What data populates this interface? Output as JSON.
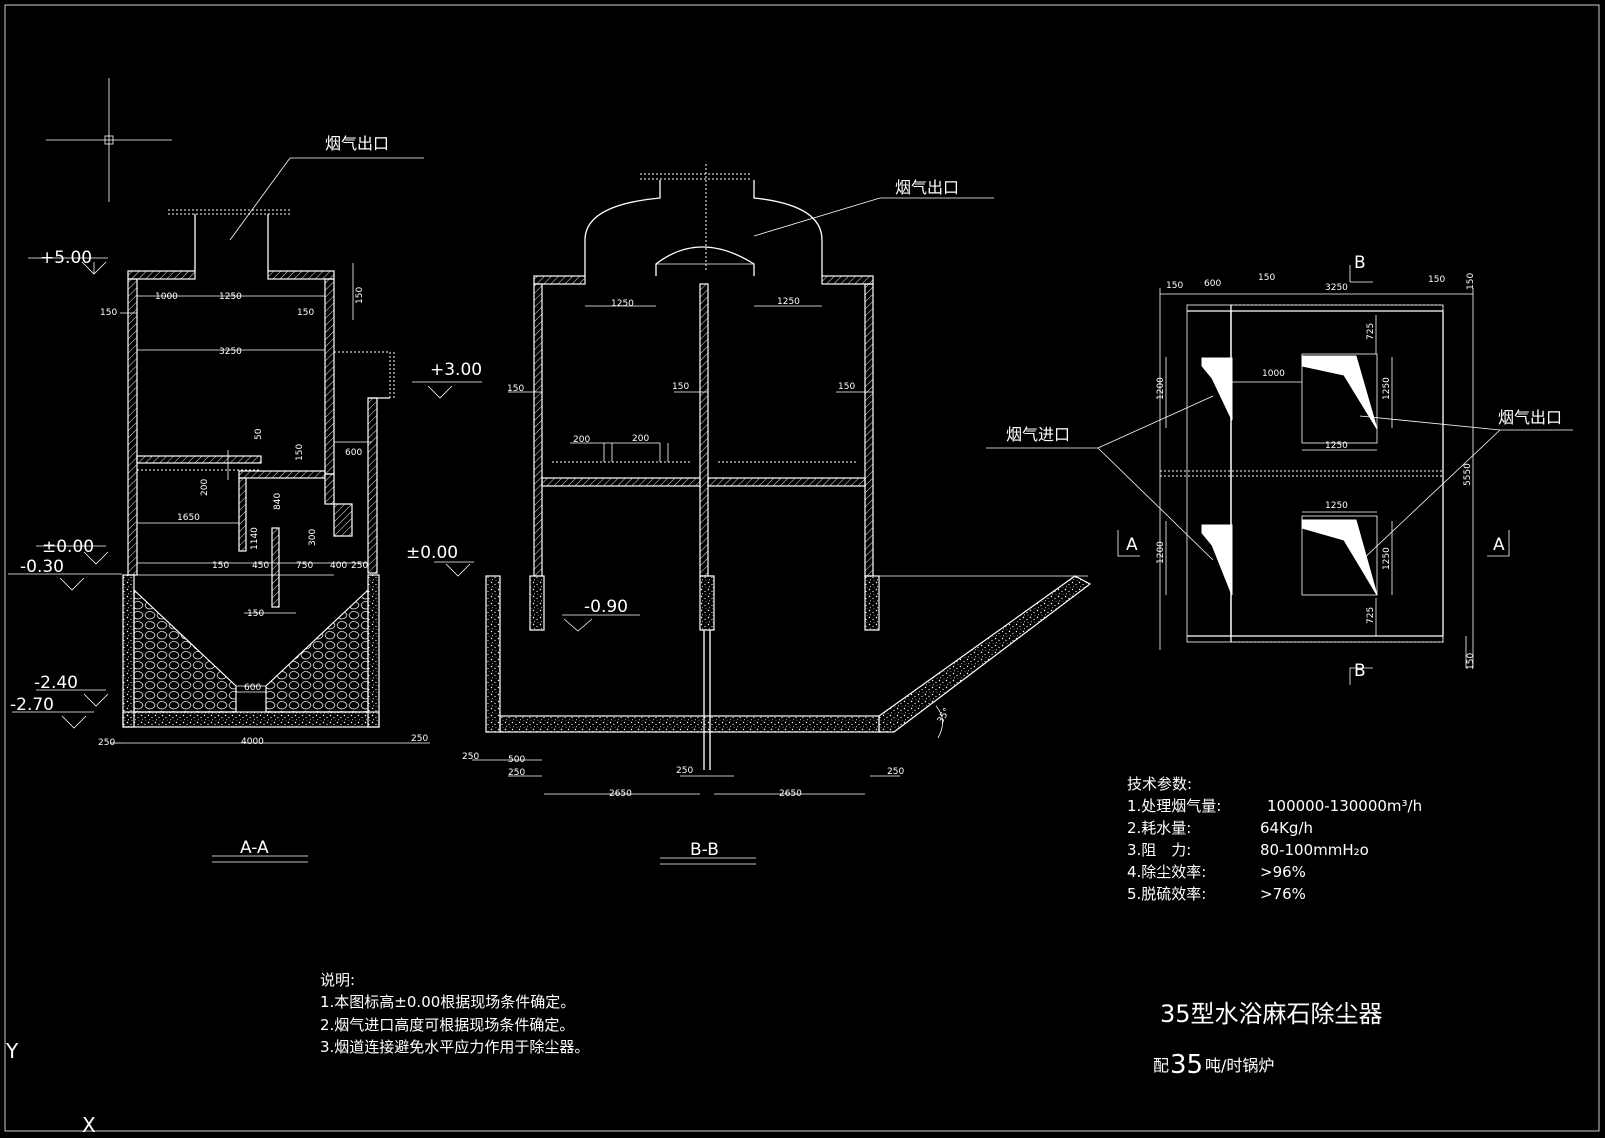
{
  "labels": {
    "flue_outlet": "烟气出口",
    "flue_inlet": "烟气进口",
    "section_aa": "A-A",
    "section_bb": "B-B",
    "sec_b": "B",
    "sec_a": "A",
    "ucs_x": "X",
    "ucs_y": "Y"
  },
  "levels": {
    "p500": "+5.00",
    "p300": "+3.00",
    "z000": "±0.00",
    "m030": "-0.30",
    "m090": "-0.90",
    "m240": "-2.40",
    "m270": "-2.70"
  },
  "dims": {
    "d150": "150",
    "d200": "200",
    "d250": "250",
    "d300": "300",
    "d400": "400",
    "d450": "450",
    "d500": "500",
    "d50": "50",
    "d600": "600",
    "d725": "725",
    "d750": "750",
    "d840": "840",
    "d1000": "1000",
    "d1140": "1140",
    "d1200": "1200",
    "d1250": "1250",
    "d1650": "1650",
    "d2650": "2650",
    "d3250": "3250",
    "d4000": "4000",
    "d5550": "5550",
    "angle": "35°"
  },
  "tech": {
    "title": "技术参数:",
    "rows": [
      {
        "label": "1.处理烟气量:",
        "value": "100000-130000m³/h"
      },
      {
        "label": "2.耗水量:",
        "value": "64Kg/h"
      },
      {
        "label": "3.阻　力:",
        "value": "80-100mmH₂o"
      },
      {
        "label": "4.除尘效率:",
        "value": ">96%"
      },
      {
        "label": "5.脱硫效率:",
        "value": ">76%"
      }
    ]
  },
  "notes": {
    "title": "说明:",
    "items": [
      "1.本图标高±0.00根据现场条件确定。",
      "2.烟气进口高度可根据现场条件确定。",
      "3.烟道连接避免水平应力作用于除尘器。"
    ]
  },
  "title_block": {
    "title": "35型水浴麻石除尘器",
    "subtitle_prefix": "配",
    "subtitle_num": "35",
    "subtitle_suffix": "吨/时锅炉"
  }
}
